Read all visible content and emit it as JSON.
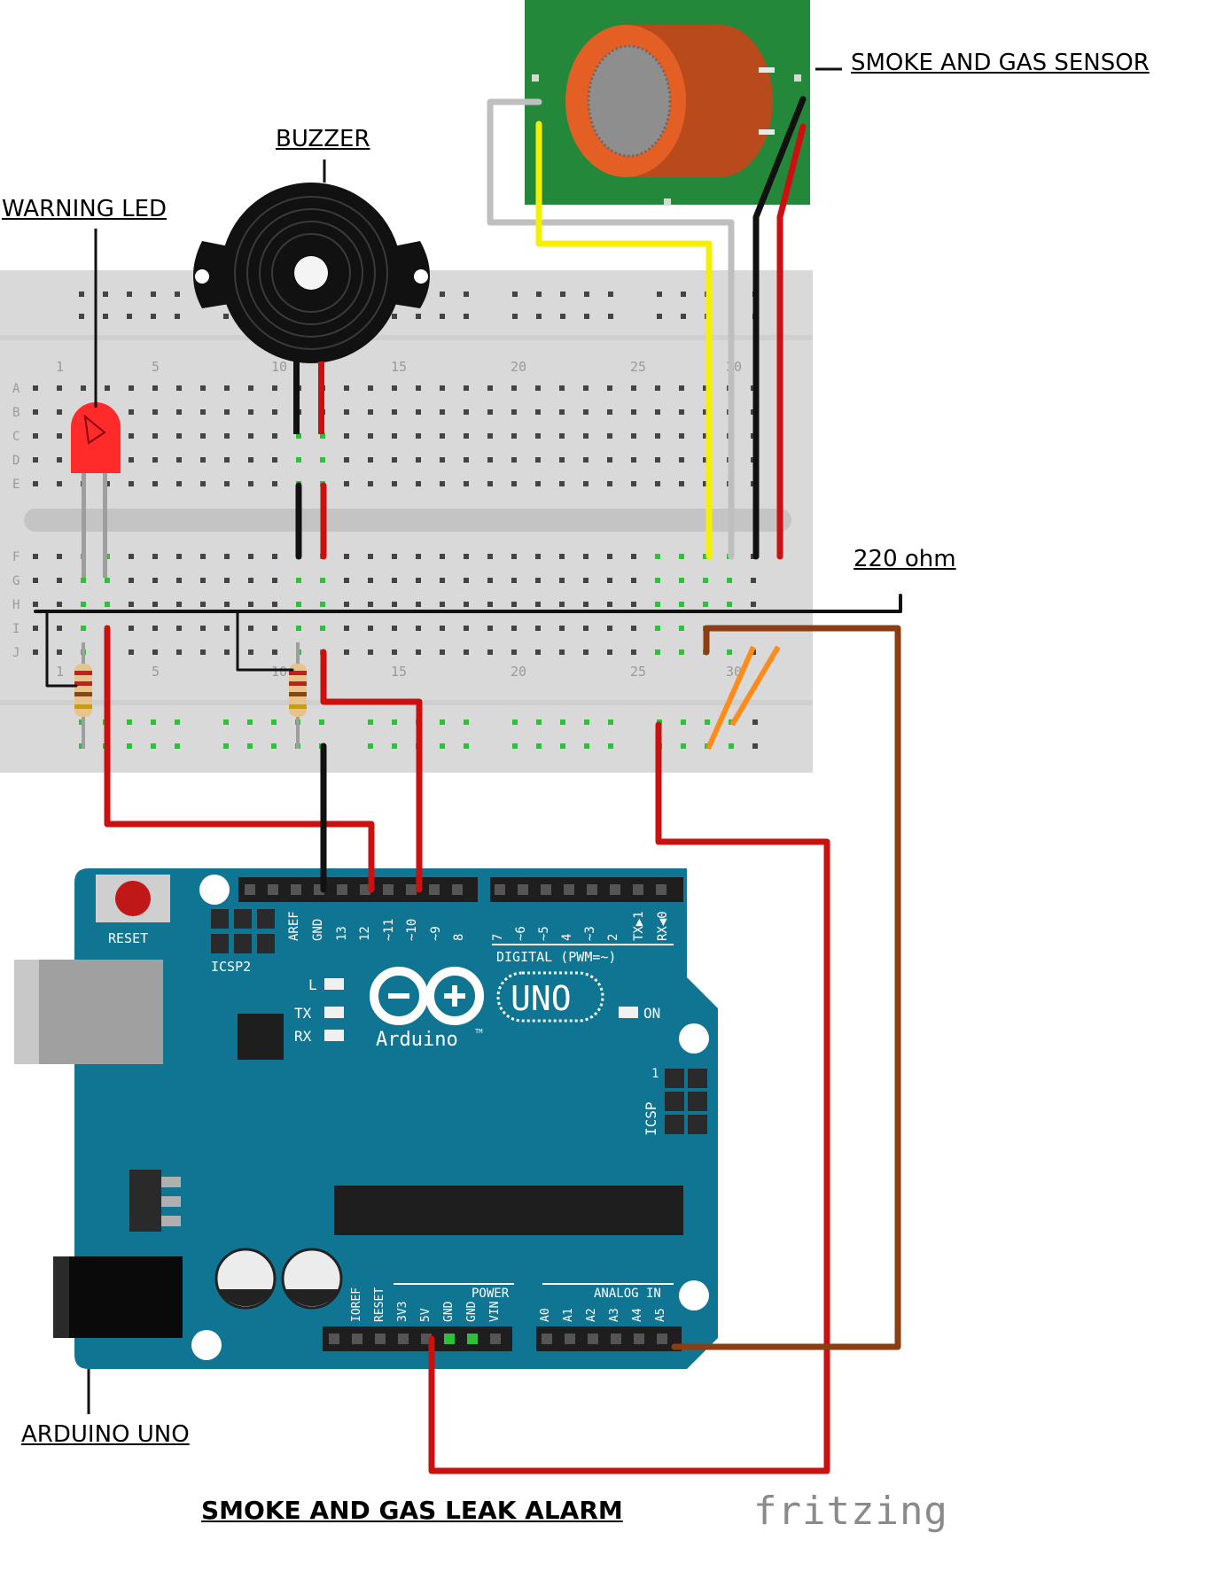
{
  "title": "SMOKE AND GAS LEAK ALARM",
  "brand": "fritzing",
  "labels": {
    "sensor": "SMOKE AND GAS SENSOR",
    "buzzer": "BUZZER",
    "led": "WARNING LED",
    "resistor": "220 ohm",
    "arduino": "ARDUINO UNO"
  },
  "breadboard": {
    "rows_top": [
      "A",
      "B",
      "C",
      "D",
      "E"
    ],
    "rows_bottom": [
      "F",
      "G",
      "H",
      "I",
      "J"
    ],
    "column_numbers": [
      "1",
      "5",
      "10",
      "15",
      "20",
      "25",
      "30"
    ]
  },
  "arduino": {
    "reset_label": "RESET",
    "icsp2_label": "ICSP2",
    "icsp_label": "ICSP",
    "icsp_pin1": "1",
    "digital_pins": [
      "AREF",
      "GND",
      "13",
      "12",
      "~11",
      "~10",
      "~9",
      "8",
      "7",
      "~6",
      "~5",
      "4",
      "~3",
      "2",
      "TX▶1",
      "RX◀0"
    ],
    "digital_label": "DIGITAL (PWM=~)",
    "led_l": "L",
    "led_tx": "TX",
    "led_rx": "RX",
    "led_on": "ON",
    "logo_text": "Arduino",
    "tm": "TM",
    "uno_text": "UNO",
    "power_label": "POWER",
    "power_pins": [
      "IOREF",
      "RESET",
      "3V3",
      "5V",
      "GND",
      "GND",
      "VIN"
    ],
    "analog_label": "ANALOG IN",
    "analog_pins": [
      "A0",
      "A1",
      "A2",
      "A3",
      "A4",
      "A5"
    ]
  },
  "colors": {
    "board": "#0f7592",
    "sensor_pcb": "#23883a",
    "sensor_cap": "#e35f24",
    "wire_red": "#cc1010",
    "wire_black": "#111111",
    "wire_yellow": "#f5f000",
    "wire_white": "#d8d8d8",
    "wire_brown": "#8b3e12",
    "resistor_leg": "#ff8c1a",
    "led": "#ff2a2a"
  }
}
